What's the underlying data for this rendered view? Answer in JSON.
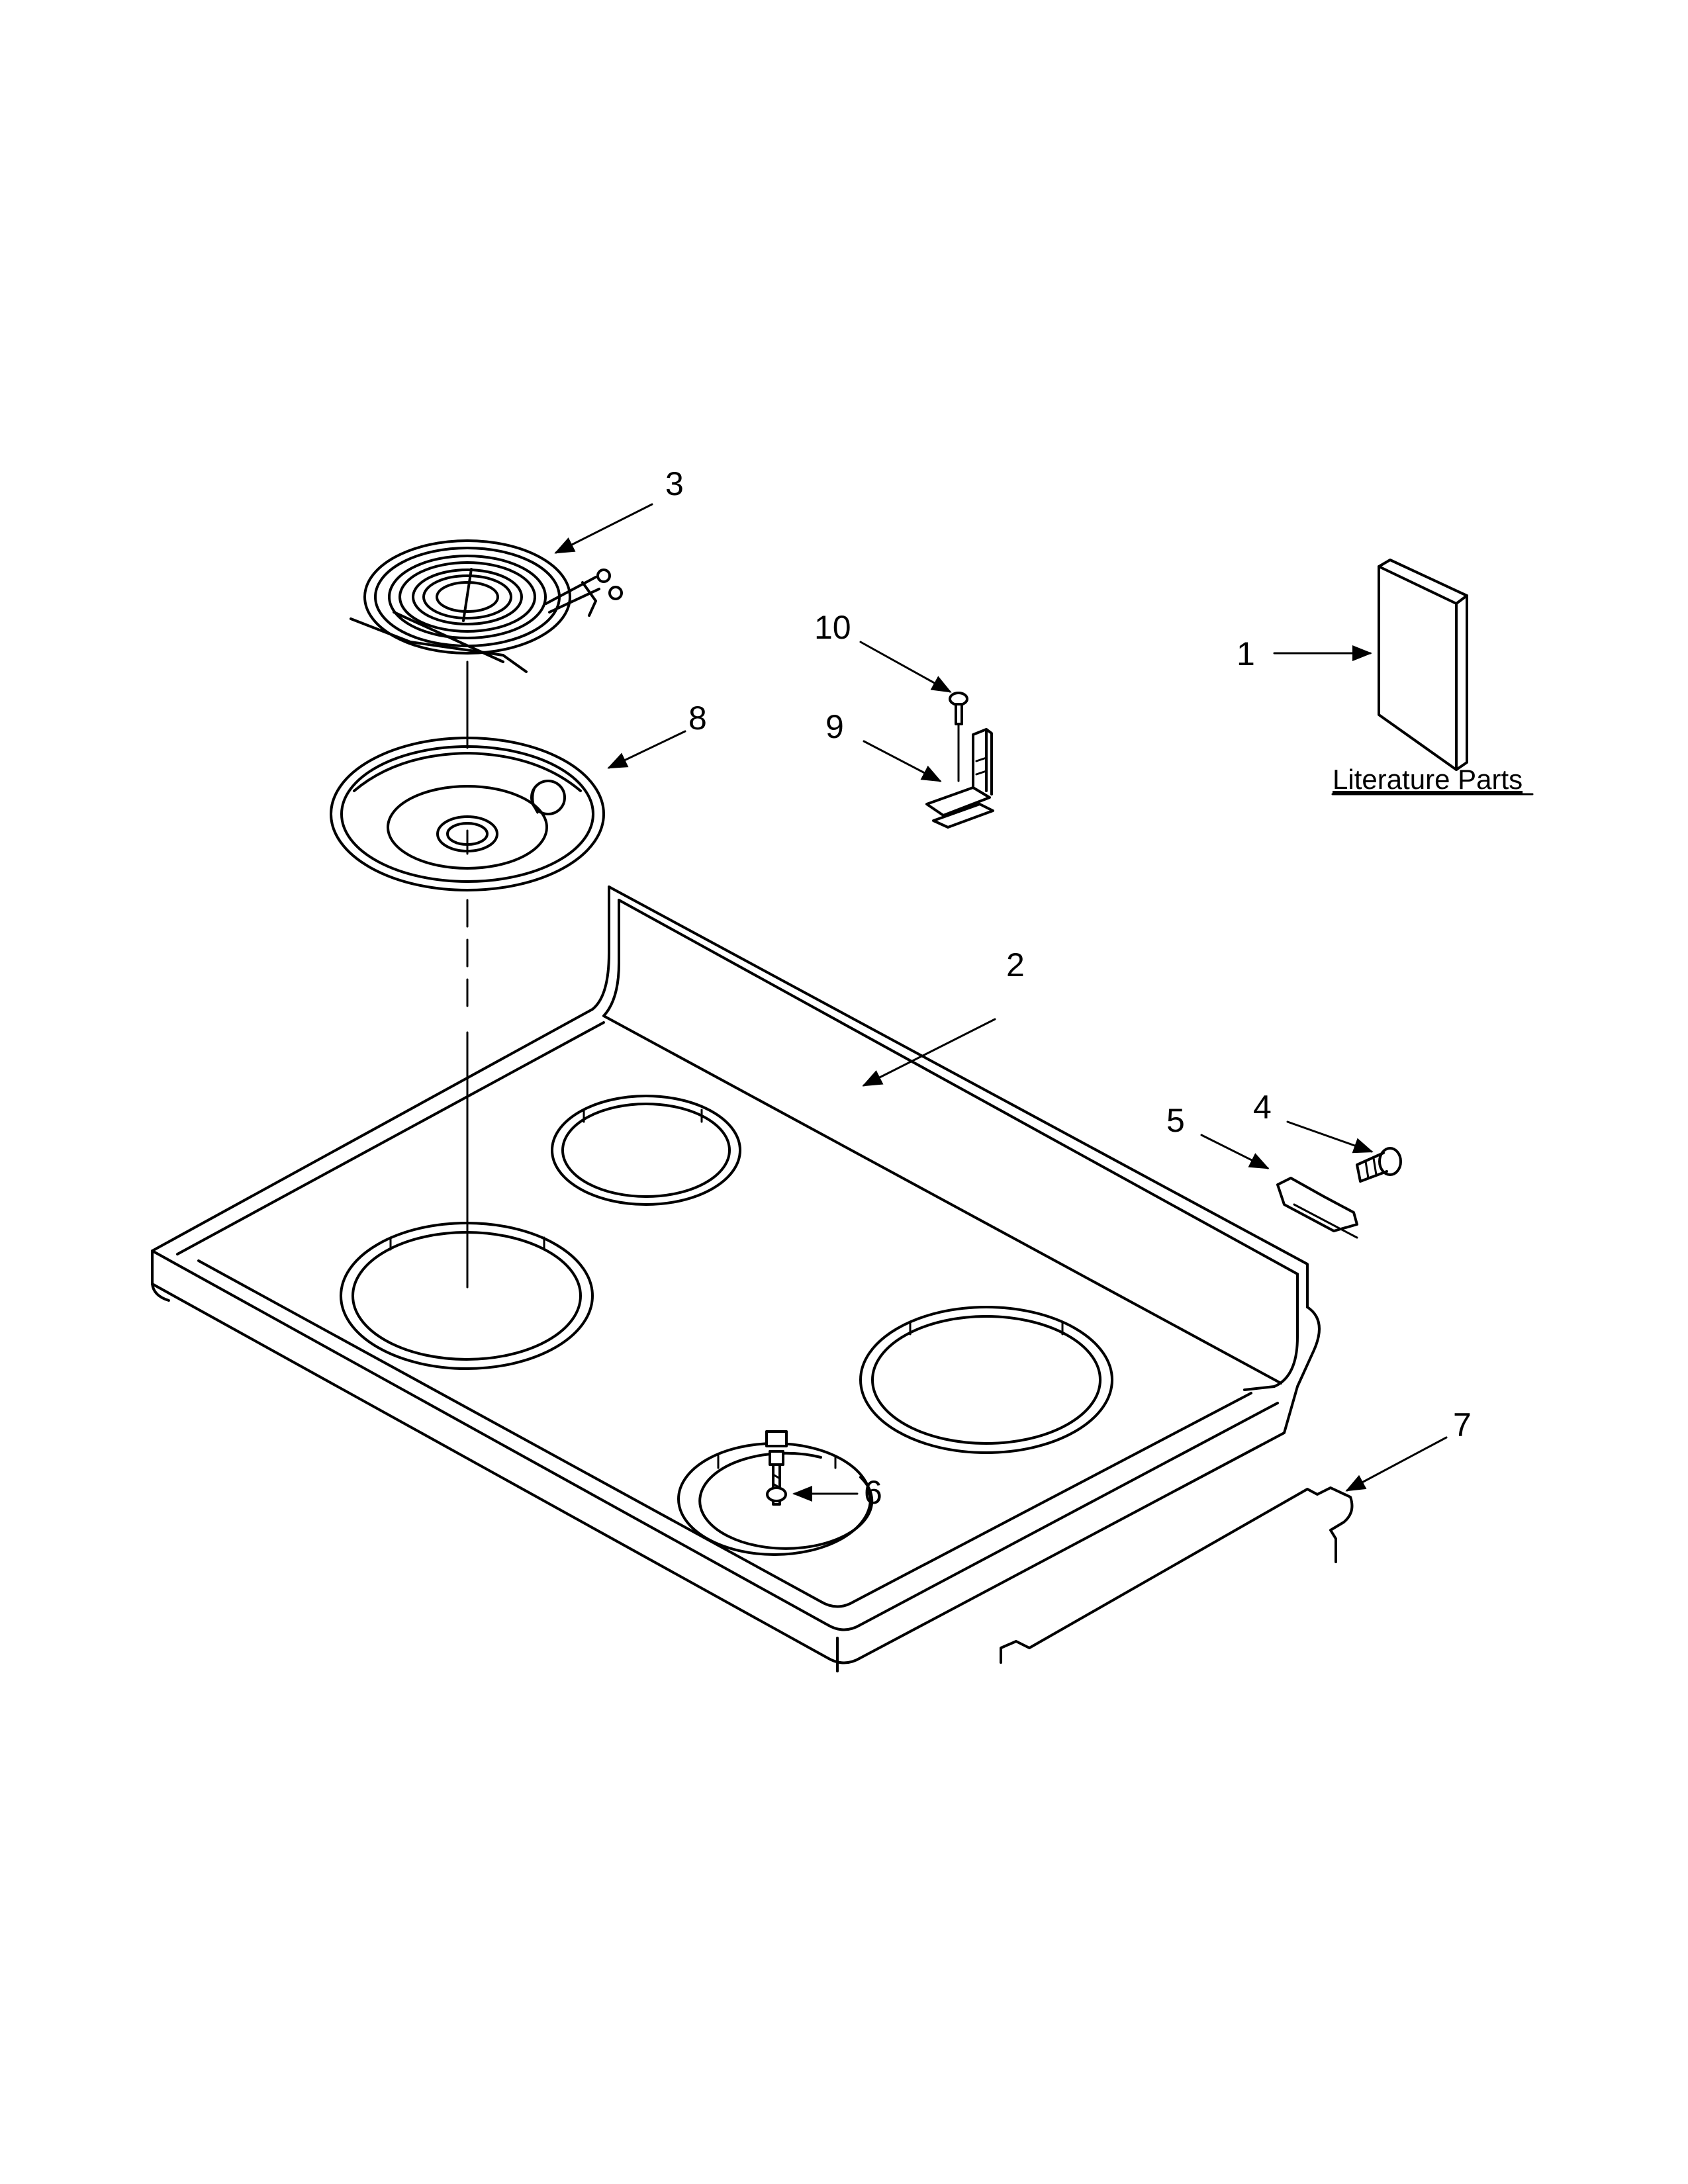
{
  "callouts": {
    "c1": "1",
    "c2": "2",
    "c3": "3",
    "c4": "4",
    "c5": "5",
    "c6": "6",
    "c7": "7",
    "c8": "8",
    "c9": "9",
    "c10": "10"
  },
  "literature_label": "Literature Parts"
}
